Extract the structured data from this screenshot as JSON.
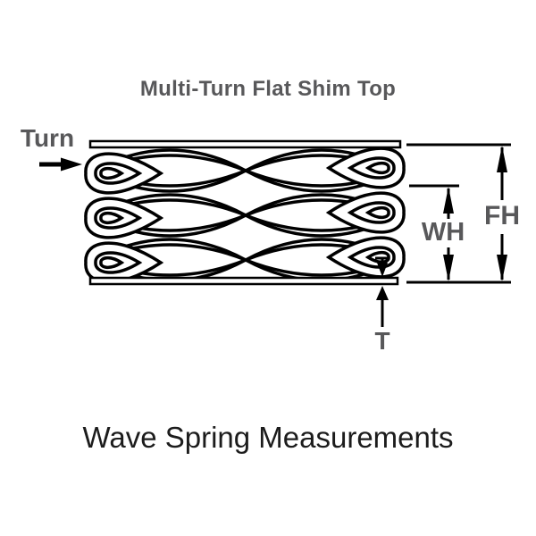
{
  "title": "Multi-Turn Flat Shim Top",
  "caption": "Wave Spring Measurements",
  "labels": {
    "turn": "Turn",
    "free_height": "FH",
    "wave_height": "WH",
    "thickness": "T"
  },
  "icons": {
    "turn_arrow": "right-arrow",
    "fh_dimension": "vertical-double-headed-arrow",
    "wh_dimension": "vertical-double-headed-arrow",
    "t_dimension": "opposing-vertical-arrows"
  },
  "colors": {
    "background": "#ffffff",
    "line_black": "#000000",
    "label_gray": "#58585a",
    "caption_dark": "#1c1c1c"
  }
}
